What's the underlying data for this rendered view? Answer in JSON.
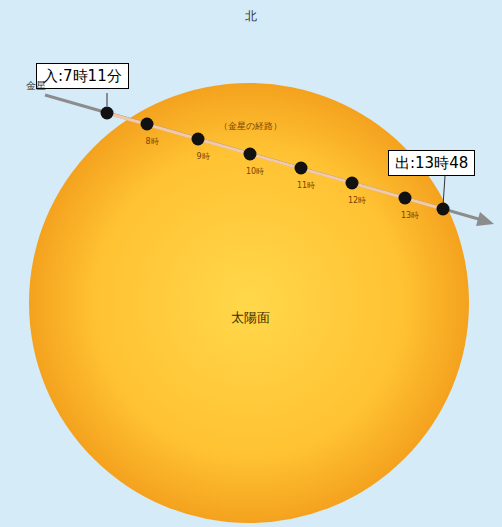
{
  "diagram": {
    "nodes": [
      {
        "text": [
          "入:7時11分"
        ]
      },
      {
        "text": [
          "出:13時48"
        ]
      }
    ],
    "labels": [
      "北",
      "金星",
      "（金星の経路）",
      "8時",
      "9時",
      "10時",
      "11時",
      "12時",
      "13時",
      "太陽面"
    ]
  }
}
